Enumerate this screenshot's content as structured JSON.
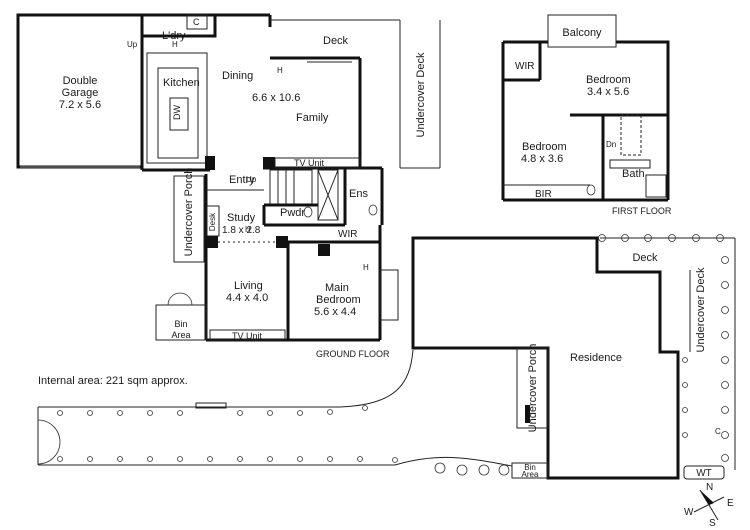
{
  "rooms": {
    "double_garage": "Double",
    "double_garage_2": "Garage",
    "double_garage_dims": "7.2 x 5.6",
    "laundry": "L'dry",
    "laundry_c": "C",
    "kitchen": "Kitchen",
    "dw": "DW",
    "dining": "Dining",
    "living_dims_main": "6.6 x 10.6",
    "family": "Family",
    "deck": "Deck",
    "undercover_deck": "Undercover Deck",
    "tv_unit": "TV Unit",
    "entry": "Entry",
    "undercover_porch": "Undercover Porch",
    "study": "Study",
    "study_dims": "1.8 x 2.8",
    "desk": "Desk",
    "pwdr": "Pwdr",
    "ens": "Ens",
    "wir": "WIR",
    "living": "Living",
    "living_dims": "4.4 x 4.0",
    "main_bedroom": "Main",
    "main_bedroom_2": "Bedroom",
    "main_bedroom_dims": "5.6 x 4.4",
    "tv_unit_2": "TV Unit",
    "bin_area": "Bin",
    "bin_area_2": "Area",
    "up": "Up",
    "h": "H"
  },
  "first_floor": {
    "balcony": "Balcony",
    "wir": "WIR",
    "bedroom1": "Bedroom",
    "bedroom1_dims": "3.4 x 5.6",
    "bedroom2": "Bedroom",
    "bedroom2_dims": "4.8 x 3.6",
    "bir": "BIR",
    "dn": "Dn",
    "bath": "Bath"
  },
  "site": {
    "residence": "Residence",
    "deck": "Deck",
    "undercover_deck": "Undercover Deck",
    "undercover_porch": "Undercover Porch",
    "bin_area": "Bin",
    "bin_area_2": "Area",
    "wt": "WT",
    "c": "C"
  },
  "captions": {
    "ground_floor": "GROUND FLOOR",
    "first_floor": "FIRST FLOOR",
    "internal_area": "Internal area:  221 sqm approx."
  },
  "compass": {
    "n": "N",
    "e": "E",
    "s": "S",
    "w": "W"
  }
}
